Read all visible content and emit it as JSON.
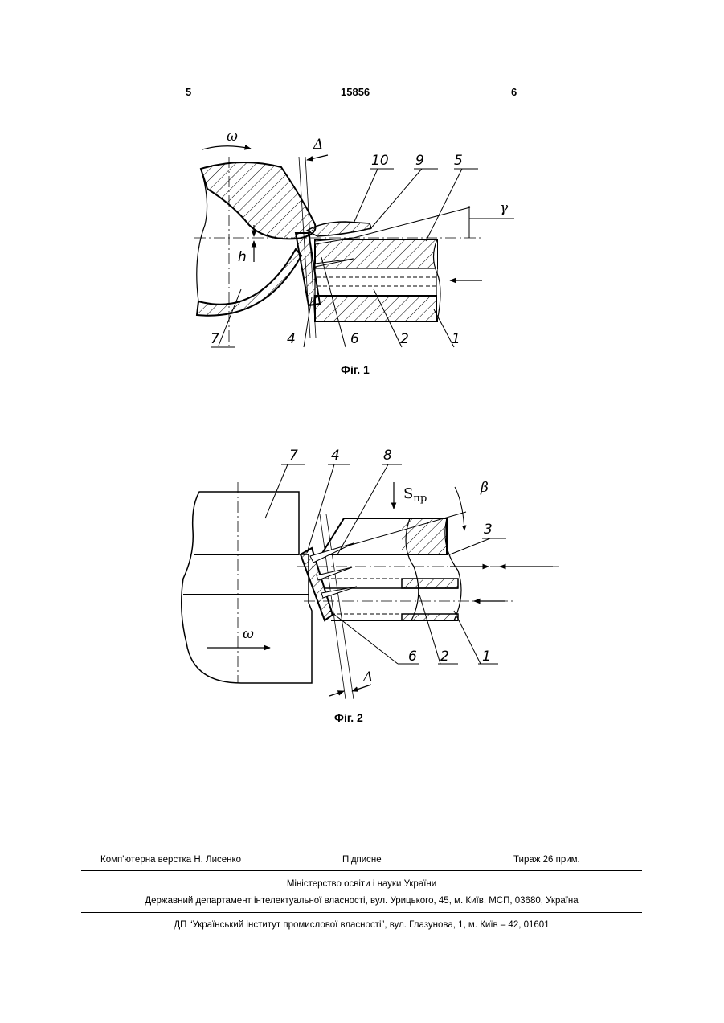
{
  "header": {
    "page_left": "5",
    "patent_number": "15856",
    "page_right": "6"
  },
  "figure1": {
    "caption": "Фіг. 1",
    "labels": {
      "omega": "ω",
      "delta": "Δ",
      "gamma": "γ",
      "h": "h",
      "n10": "10",
      "n9": "9",
      "n5": "5",
      "n7": "7",
      "n4": "4",
      "n6": "6",
      "n2": "2",
      "n1": "1"
    }
  },
  "figure2": {
    "caption": "Фіг. 2",
    "labels": {
      "omega": "ω",
      "delta": "Δ",
      "beta": "β",
      "s_main": "S",
      "s_sub": "пр",
      "n7": "7",
      "n4": "4",
      "n8": "8",
      "n3": "3",
      "n6": "6",
      "n2": "2",
      "n1": "1"
    }
  },
  "footer": {
    "layout": "Комп'ютерна верстка Н. Лисенко",
    "signed": "Підписне",
    "circulation": "Тираж 26 прим.",
    "ministry": "Міністерство освіти і науки України",
    "department": "Державний департамент інтелектуальної власності, вул. Урицького, 45, м. Київ, МСП, 03680, Україна",
    "institute": "ДП “Український інститут промислової власності”, вул. Глазунова, 1, м. Київ – 42, 01601"
  }
}
